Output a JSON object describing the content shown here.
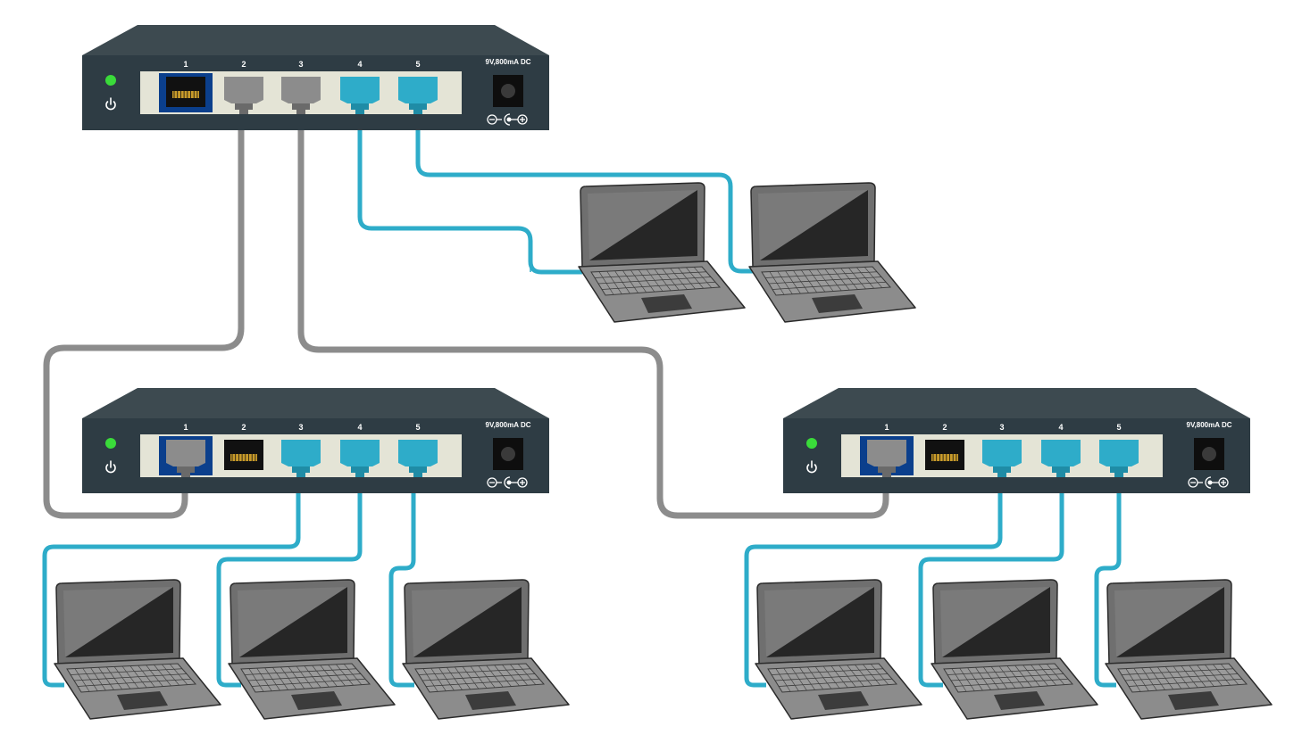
{
  "switches": [
    {
      "id": "switch-top",
      "power_label": "9V,800mA DC",
      "led_color": "#3adb3a",
      "ports": [
        {
          "label": "1",
          "state": "empty"
        },
        {
          "label": "2",
          "state": "gray"
        },
        {
          "label": "3",
          "state": "gray"
        },
        {
          "label": "4",
          "state": "blue"
        },
        {
          "label": "5",
          "state": "blue"
        }
      ]
    },
    {
      "id": "switch-left",
      "power_label": "9V,800mA DC",
      "led_color": "#3adb3a",
      "ports": [
        {
          "label": "1",
          "state": "gray"
        },
        {
          "label": "2",
          "state": "empty"
        },
        {
          "label": "3",
          "state": "blue"
        },
        {
          "label": "4",
          "state": "blue"
        },
        {
          "label": "5",
          "state": "blue"
        }
      ]
    },
    {
      "id": "switch-right",
      "power_label": "9V,800mA DC",
      "led_color": "#3adb3a",
      "ports": [
        {
          "label": "1",
          "state": "gray"
        },
        {
          "label": "2",
          "state": "empty"
        },
        {
          "label": "3",
          "state": "blue"
        },
        {
          "label": "4",
          "state": "blue"
        },
        {
          "label": "5",
          "state": "blue"
        }
      ]
    }
  ],
  "laptops": [
    {
      "id": "laptop-top-1"
    },
    {
      "id": "laptop-top-2"
    },
    {
      "id": "laptop-left-1"
    },
    {
      "id": "laptop-left-2"
    },
    {
      "id": "laptop-left-3"
    },
    {
      "id": "laptop-right-1"
    },
    {
      "id": "laptop-right-2"
    },
    {
      "id": "laptop-right-3"
    }
  ],
  "colors": {
    "switch_body": "#2e3c44",
    "switch_top": "#3d4a50",
    "port_panel": "#e4e4d6",
    "empty_port_bg_blue": "#0b3f8c",
    "gray_cable": "#8c8c8c",
    "blue_cable": "#2eacc9",
    "laptop_shell": "#8c8c8c",
    "laptop_screen": "#262626",
    "laptop_screen_light": "#6e6e6e"
  }
}
